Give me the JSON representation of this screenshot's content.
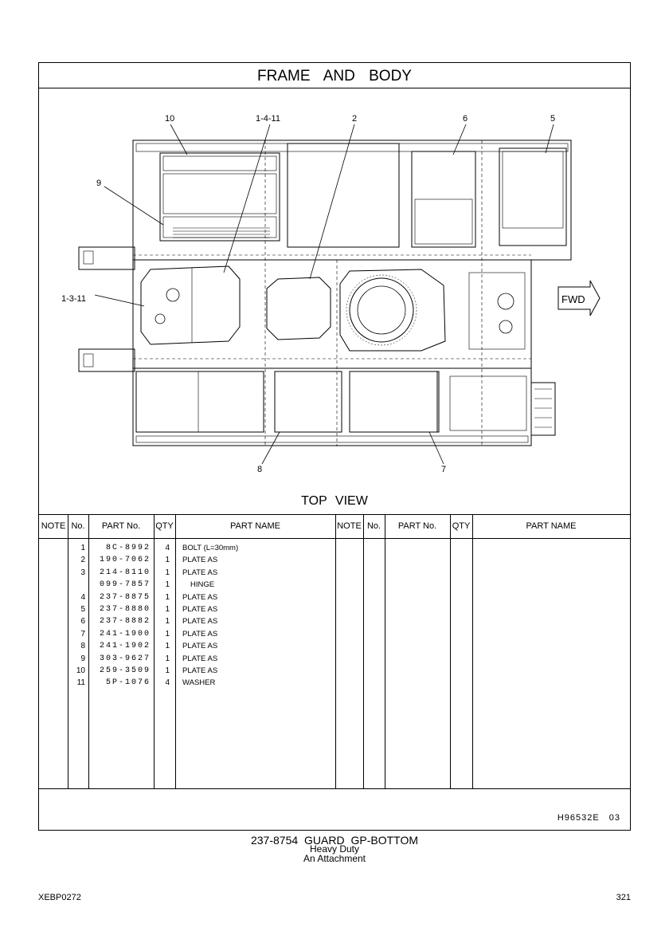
{
  "page": {
    "title": "FRAME AND BODY",
    "view_label": "TOP VIEW",
    "fwd_label": "FWD",
    "callouts": [
      "10",
      "1-4-11",
      "2",
      "6",
      "5",
      "9",
      "1-3-11",
      "8",
      "7"
    ],
    "ref_code": "H96532E   03",
    "caption_line1": "237-8754  GUARD GP-BOTTOM",
    "caption_line2": "Heavy  Duty",
    "caption_line3": "An Attachment",
    "doc_code": "XEBP0272",
    "page_number": "321"
  },
  "table": {
    "headers": {
      "note": "NOTE",
      "no": "No.",
      "part_no": "PART No.",
      "qty": "QTY",
      "part_name": "PART NAME",
      "note2": "NOTE",
      "no2": "No.",
      "part_no2": "PART No.",
      "qty2": "QTY",
      "part_name2": "PART NAME"
    },
    "rows": [
      {
        "no": "1",
        "part_no": "8C-8992",
        "qty": "4",
        "name": "BOLT (L=30mm)"
      },
      {
        "no": "2",
        "part_no": "190-7062",
        "qty": "1",
        "name": "PLATE AS"
      },
      {
        "no": "3",
        "part_no": "214-8110",
        "qty": "1",
        "name": "PLATE AS"
      },
      {
        "no": "",
        "part_no": "099-7857",
        "qty": "1",
        "name": "HINGE"
      },
      {
        "no": "4",
        "part_no": "237-8875",
        "qty": "1",
        "name": "PLATE AS"
      },
      {
        "no": "5",
        "part_no": "237-8880",
        "qty": "1",
        "name": "PLATE AS"
      },
      {
        "no": "6",
        "part_no": "237-8882",
        "qty": "1",
        "name": "PLATE AS"
      },
      {
        "no": "7",
        "part_no": "241-1900",
        "qty": "1",
        "name": "PLATE AS"
      },
      {
        "no": "8",
        "part_no": "241-1902",
        "qty": "1",
        "name": "PLATE AS"
      },
      {
        "no": "9",
        "part_no": "303-9627",
        "qty": "1",
        "name": "PLATE AS"
      },
      {
        "no": "10",
        "part_no": "259-3509",
        "qty": "1",
        "name": "PLATE AS"
      },
      {
        "no": "11",
        "part_no": "5P-1076",
        "qty": "4",
        "name": "WASHER"
      }
    ]
  }
}
